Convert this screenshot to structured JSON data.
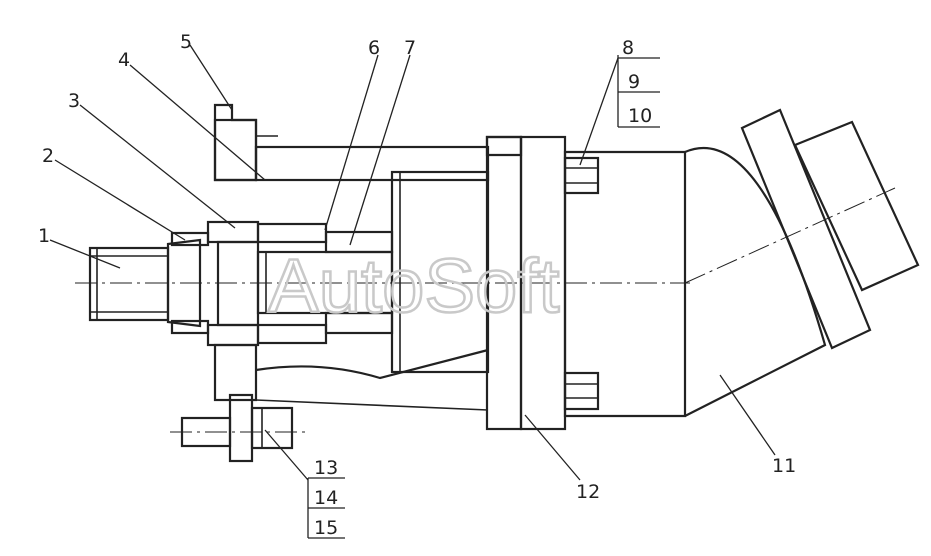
{
  "watermark": "AutoSoft",
  "labels": {
    "l1": "1",
    "l2": "2",
    "l3": "3",
    "l4": "4",
    "l5": "5",
    "l6": "6",
    "l7": "7",
    "l8": "8",
    "l9": "9",
    "l10": "10",
    "l11": "11",
    "l12": "12",
    "l13": "13",
    "l14": "14",
    "l15": "15"
  }
}
